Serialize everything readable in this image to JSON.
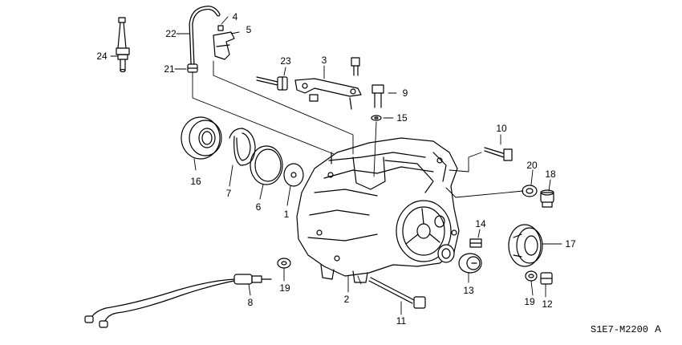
{
  "labels": {
    "p1": "1",
    "p2": "2",
    "p3": "3",
    "p4": "4",
    "p5": "5",
    "p6": "6",
    "p7": "7",
    "p8": "8",
    "p9": "9",
    "p10": "10",
    "p11": "11",
    "p12": "12",
    "p13": "13",
    "p14": "14",
    "p15": "15",
    "p16": "16",
    "p17": "17",
    "p18": "18",
    "p19a": "19",
    "p19b": "19",
    "p20": "20",
    "p21": "21",
    "p22": "22",
    "p23": "23",
    "p24": "24"
  },
  "diagram_code": "S1E7-M2200",
  "diagram_suffix": "A"
}
